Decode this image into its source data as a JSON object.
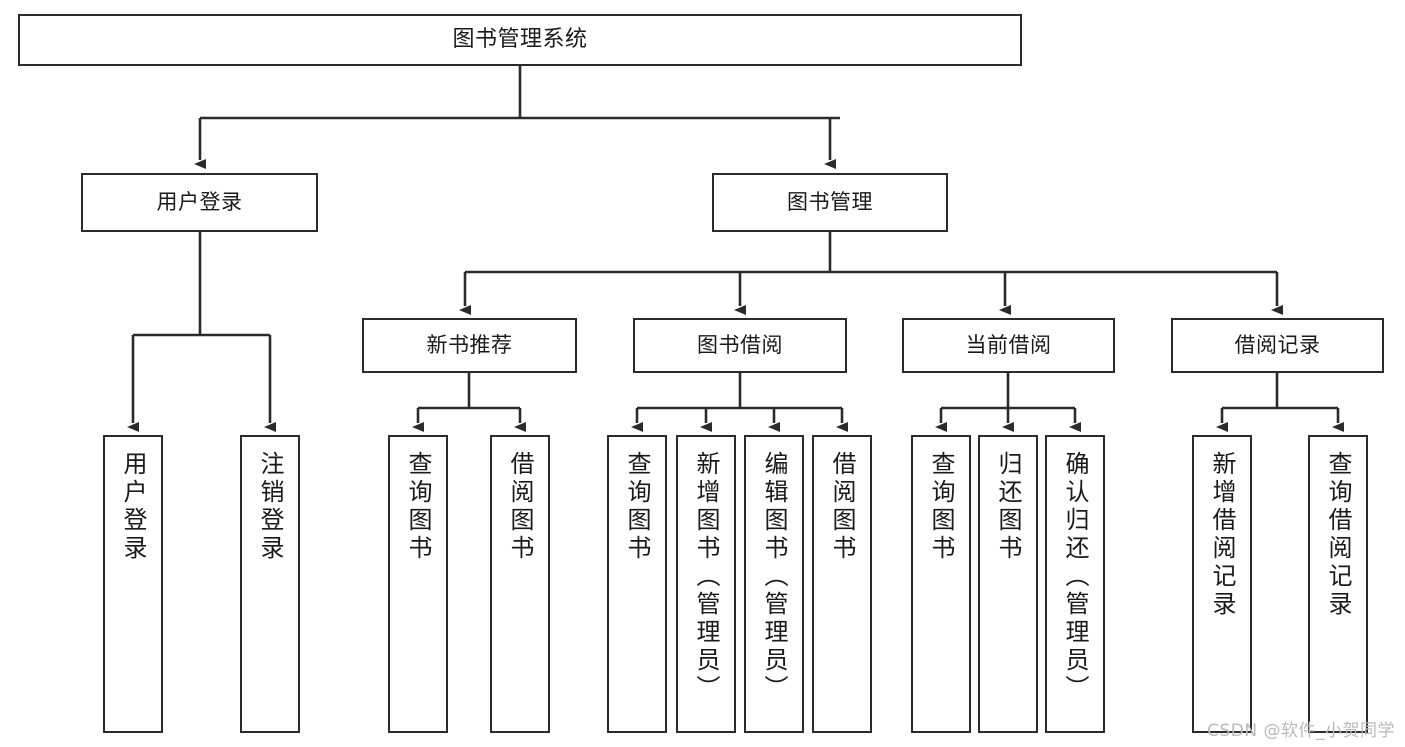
{
  "diagram": {
    "title": "图书管理系统",
    "type": "tree-hierarchy",
    "watermark": "CSDN @软件_小贺同学",
    "colors": {
      "box_border": "#2b2b2b",
      "box_fill": "#ffffff",
      "connector": "#2b2b2b",
      "text": "#1a1a1a",
      "watermark": "#b9b9b9",
      "background": "#ffffff"
    },
    "nodes": {
      "root": {
        "label": "图书管理系统"
      },
      "level2": [
        {
          "id": "user-login",
          "label": "用户登录"
        },
        {
          "id": "book-manage",
          "label": "图书管理"
        }
      ],
      "level3": [
        {
          "id": "new-book-recommend",
          "label": "新书推荐"
        },
        {
          "id": "book-borrow",
          "label": "图书借阅"
        },
        {
          "id": "current-borrow",
          "label": "当前借阅"
        },
        {
          "id": "borrow-record",
          "label": "借阅记录"
        }
      ],
      "leaves": [
        {
          "id": "leaf-user-login",
          "label": "用户登录",
          "parent": "user-login"
        },
        {
          "id": "leaf-logout-login",
          "label": "注销登录",
          "parent": "user-login"
        },
        {
          "id": "leaf-query-book-1",
          "label": "查询图书",
          "parent": "new-book-recommend"
        },
        {
          "id": "leaf-borrow-book-1",
          "label": "借阅图书",
          "parent": "new-book-recommend"
        },
        {
          "id": "leaf-query-book-2",
          "label": "查询图书",
          "parent": "book-borrow"
        },
        {
          "id": "leaf-add-book-admin",
          "label": "新增图书（管理员）",
          "parent": "book-borrow"
        },
        {
          "id": "leaf-edit-book-admin",
          "label": "编辑图书（管理员）",
          "parent": "book-borrow"
        },
        {
          "id": "leaf-borrow-book-2",
          "label": "借阅图书",
          "parent": "book-borrow"
        },
        {
          "id": "leaf-query-book-3",
          "label": "查询图书",
          "parent": "current-borrow"
        },
        {
          "id": "leaf-return-book",
          "label": "归还图书",
          "parent": "current-borrow"
        },
        {
          "id": "leaf-confirm-return-admin",
          "label": "确认归还（管理员）",
          "parent": "current-borrow"
        },
        {
          "id": "leaf-add-borrow-record",
          "label": "新增借阅记录",
          "parent": "borrow-record"
        },
        {
          "id": "leaf-query-borrow-record",
          "label": "查询借阅记录",
          "parent": "borrow-record"
        }
      ]
    }
  }
}
